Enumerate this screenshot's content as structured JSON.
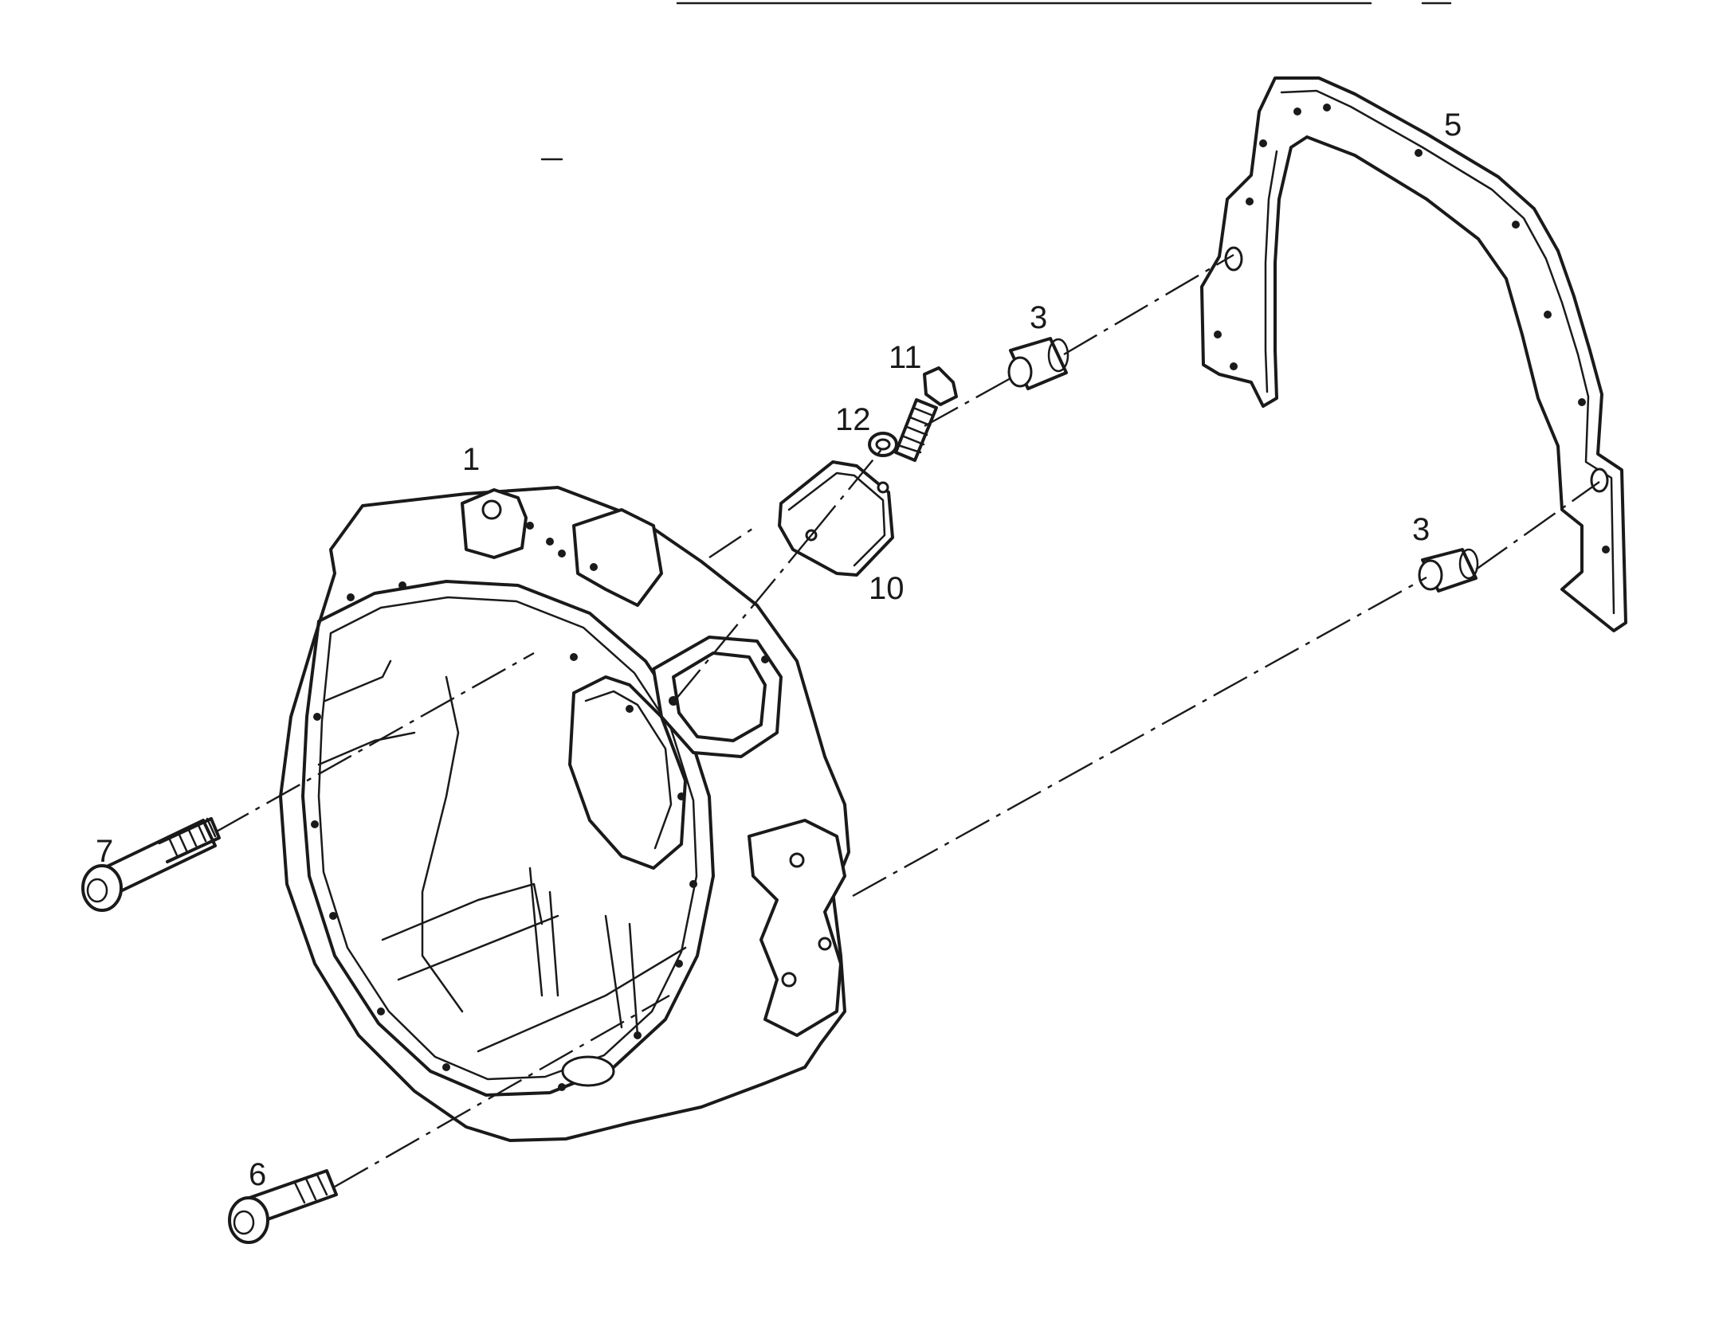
{
  "callouts": [
    {
      "id": "1",
      "label": "1"
    },
    {
      "id": "3a",
      "label": "3"
    },
    {
      "id": "3b",
      "label": "3"
    },
    {
      "id": "5",
      "label": "5"
    },
    {
      "id": "6",
      "label": "6"
    },
    {
      "id": "7",
      "label": "7"
    },
    {
      "id": "10",
      "label": "10"
    },
    {
      "id": "11",
      "label": "11"
    },
    {
      "id": "12",
      "label": "12"
    }
  ],
  "colors": {
    "ink": "#1a1a1a",
    "paper": "#ffffff"
  }
}
